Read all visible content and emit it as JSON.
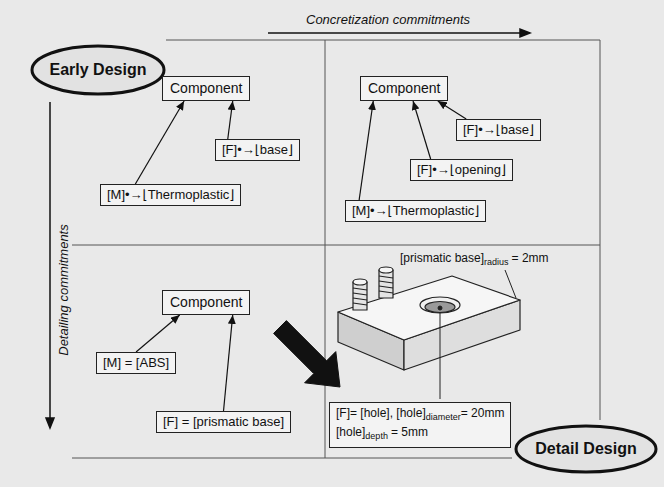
{
  "diagram": {
    "nodes": [
      {
        "text": [
          "Early Design"
        ]
      },
      {
        "text": [
          "Component"
        ]
      },
      {
        "text": [
          "[F]•→⌊base⌋"
        ]
      },
      {
        "text": [
          "[M]•→⌊Thermoplastic⌋"
        ]
      },
      {
        "text": [
          "Component"
        ]
      },
      {
        "text": [
          "[F]•→⌊base⌋"
        ]
      },
      {
        "text": [
          "[F]•→⌊opening⌋"
        ]
      },
      {
        "text": [
          "[M]•→⌊Thermoplastic⌋"
        ]
      },
      {
        "text": [
          "Component"
        ]
      },
      {
        "text": [
          "[M] = [ABS]"
        ]
      },
      {
        "text": [
          "[F] = [prismatic base]"
        ]
      },
      {
        "text": [
          "[F]= [hole], [hole]",
          "diameter",
          "= 20mm",
          "[hole]",
          "depth",
          "= 5mm"
        ]
      },
      {
        "text": [
          "Detail Design"
        ]
      }
    ],
    "edges": [
      {
        "from": 2,
        "to": 1,
        "arrow": "to"
      },
      {
        "from": 3,
        "to": 1,
        "arrow": "to"
      },
      {
        "from": 5,
        "to": 4,
        "arrow": "to"
      },
      {
        "from": 6,
        "to": 4,
        "arrow": "to"
      },
      {
        "from": 7,
        "to": 4,
        "arrow": "to"
      },
      {
        "from": 9,
        "to": 8,
        "arrow": "to"
      },
      {
        "from": 10,
        "to": 8,
        "arrow": "to"
      }
    ],
    "labels": [
      "Concretization commitments",
      "Detailing commitments",
      "[prismatic base]",
      "radius",
      "= 2mm"
    ]
  }
}
